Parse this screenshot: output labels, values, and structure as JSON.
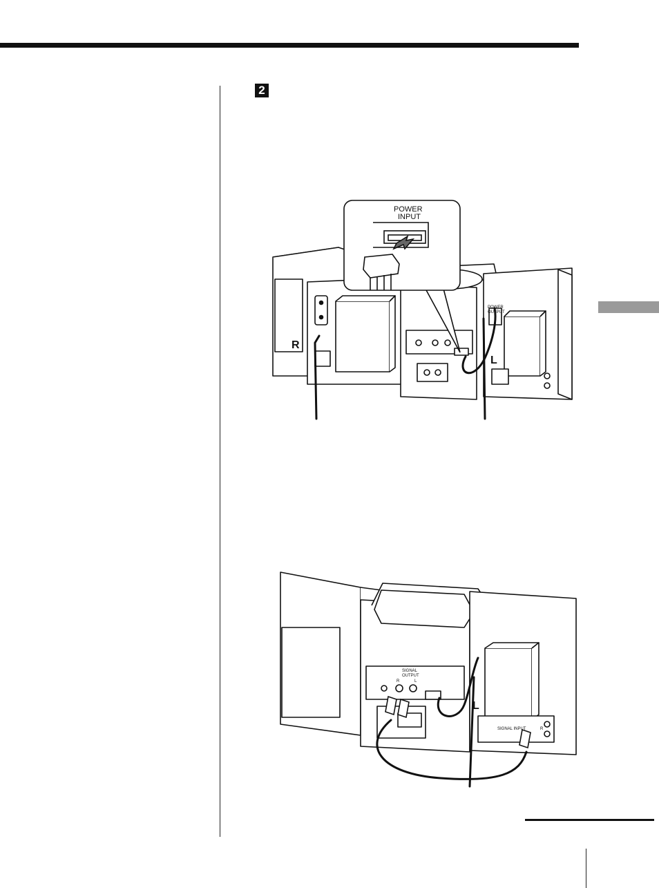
{
  "page": {
    "step_number": "2",
    "figure1": {
      "callout_label_line1": "POWER",
      "callout_label_line2": "INPUT",
      "jack_label_line1": "POWER",
      "jack_label_line2": "OUTPUT",
      "speaker_right_label": "R",
      "speaker_left_label": "L"
    },
    "figure2": {
      "output_label_line1": "SIGNAL",
      "output_label_line2": "OUTPUT",
      "output_r": "R",
      "output_l": "L",
      "input_label": "SIGNAL INPUT",
      "input_r": "R",
      "speaker_left_label": "L"
    }
  }
}
